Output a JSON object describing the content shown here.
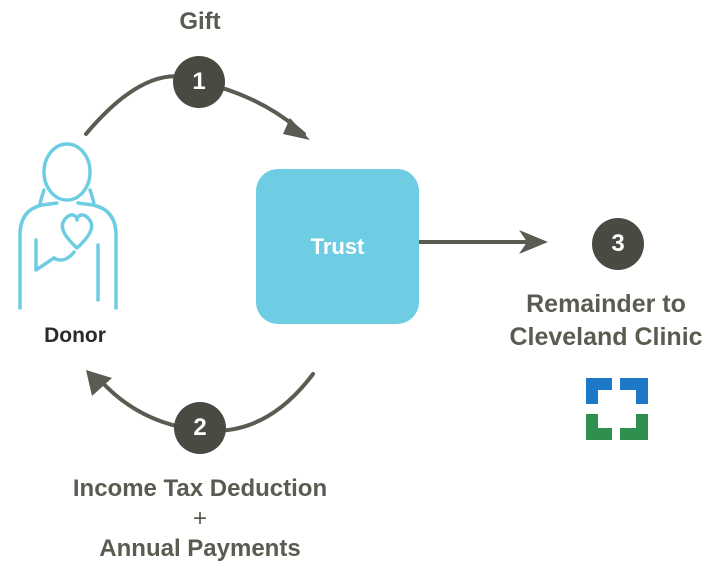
{
  "colors": {
    "arrow": "#5b5b52",
    "badge": "#4a4a42",
    "trust": "#6fcde3",
    "donor_outline": "#6fcde3",
    "logo_blue": "#1e78c8",
    "logo_green": "#2f8f4e"
  },
  "icons": {
    "donor": "person-with-heart-icon",
    "logo": "cleveland-clinic-logo-icon"
  },
  "steps": [
    {
      "number": "1",
      "label": "Gift"
    },
    {
      "number": "2",
      "label_lines": [
        "Income Tax Deduction",
        "+",
        "Annual Payments"
      ]
    },
    {
      "number": "3",
      "label_lines": [
        "Remainder to",
        "Cleveland Clinic"
      ]
    }
  ],
  "nodes": {
    "donor": "Donor",
    "trust": "Trust"
  }
}
